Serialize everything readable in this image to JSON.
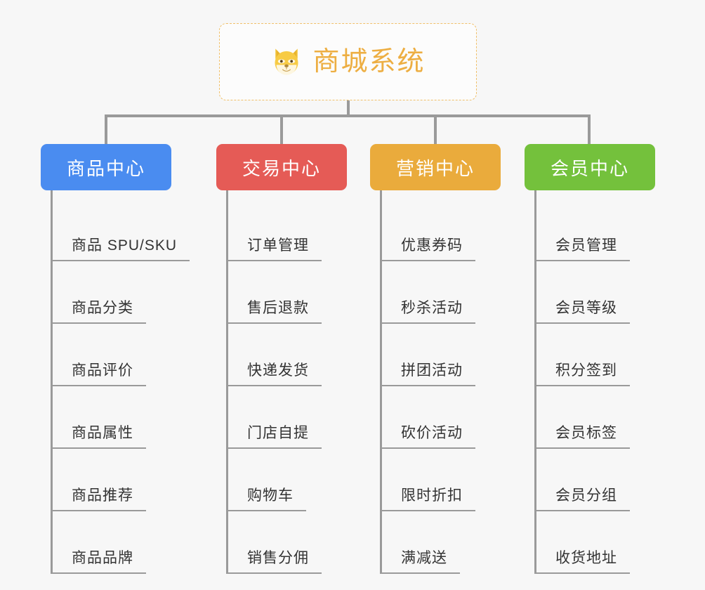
{
  "root": {
    "title": "商城系统",
    "icon": "shiba-dog-face-icon",
    "border_color": "#f0c06a",
    "text_color": "#edae42"
  },
  "colors": {
    "background": "#f7f7f7",
    "connector": "#9a9a9a",
    "leaf_text": "#333333"
  },
  "columns": [
    {
      "title": "商品中心",
      "color": "#4a8cf0",
      "items": [
        "商品 SPU/SKU",
        "商品分类",
        "商品评价",
        "商品属性",
        "商品推荐",
        "商品品牌"
      ]
    },
    {
      "title": "交易中心",
      "color": "#e55b56",
      "items": [
        "订单管理",
        "售后退款",
        "快递发货",
        "门店自提",
        "购物车",
        "销售分佣"
      ]
    },
    {
      "title": "营销中心",
      "color": "#eaab3c",
      "items": [
        "优惠券码",
        "秒杀活动",
        "拼团活动",
        "砍价活动",
        "限时折扣",
        "满减送"
      ]
    },
    {
      "title": "会员中心",
      "color": "#74c13c",
      "items": [
        "会员管理",
        "会员等级",
        "积分签到",
        "会员标签",
        "会员分组",
        "收货地址"
      ]
    }
  ]
}
